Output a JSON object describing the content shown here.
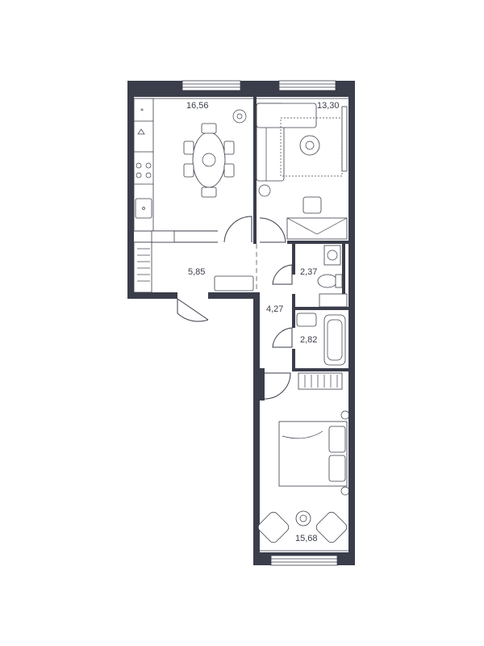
{
  "floorplan": {
    "rooms": [
      {
        "id": "kitchen-living",
        "area": "16,56"
      },
      {
        "id": "room-1",
        "area": "13,30"
      },
      {
        "id": "hall",
        "area": "5,85"
      },
      {
        "id": "toilet",
        "area": "2,37"
      },
      {
        "id": "corridor",
        "area": "4,27"
      },
      {
        "id": "bathroom",
        "area": "2,82"
      },
      {
        "id": "bedroom",
        "area": "15,68"
      }
    ],
    "colors": {
      "wall": "#3a3d4a",
      "background": "#ffffff"
    }
  }
}
